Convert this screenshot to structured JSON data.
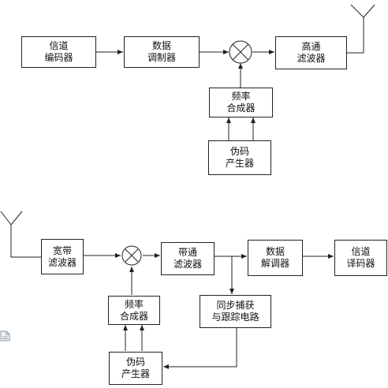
{
  "colors": {
    "line": "#222222",
    "box_border": "#222222",
    "background": "#ffffff",
    "text": "#111111"
  },
  "transmitter": {
    "channel_encoder": [
      "信道",
      "编码器"
    ],
    "data_modulator": [
      "数据",
      "调制器"
    ],
    "highpass_filter": [
      "高通",
      "滤波器"
    ],
    "freq_synth": [
      "频率",
      "合成器"
    ],
    "pn_generator": [
      "伪码",
      "产生器"
    ]
  },
  "receiver": {
    "wideband_filter": [
      "宽带",
      "滤波器"
    ],
    "bandpass_filter": [
      "带通",
      "滤波器"
    ],
    "data_demodulator": [
      "数据",
      "解调器"
    ],
    "channel_decoder": [
      "信道",
      "译码器"
    ],
    "sync_capture": [
      "同步捕获",
      "与跟踪电路"
    ],
    "freq_synth": [
      "频率",
      "合成器"
    ],
    "pn_generator": [
      "伪码",
      "产生器"
    ]
  },
  "icons": {
    "antenna": "antenna-icon",
    "mixer": "mixer-icon",
    "file": "file-icon"
  }
}
